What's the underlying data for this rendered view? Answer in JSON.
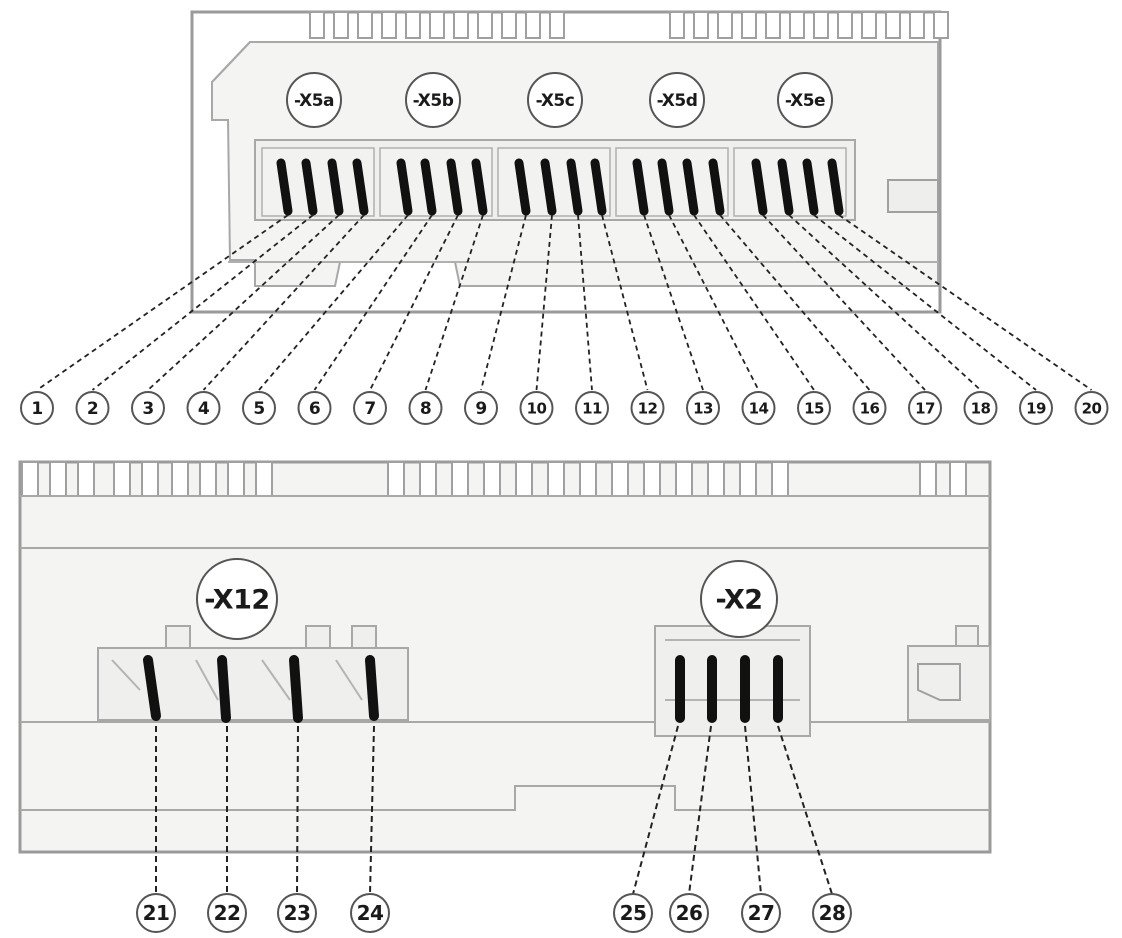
{
  "top_connectors": [
    "-X5a",
    "-X5b",
    "-X5c",
    "-X5d",
    "-X5e"
  ],
  "bottom_connectors": [
    "-X12",
    "-X2"
  ],
  "top_terminals": [
    "1",
    "2",
    "3",
    "4",
    "5",
    "6",
    "7",
    "8",
    "9",
    "10",
    "11",
    "12",
    "13",
    "14",
    "15",
    "16",
    "17",
    "18",
    "19",
    "20"
  ],
  "bottom_terminals": [
    "21",
    "22",
    "23",
    "24",
    "25",
    "26",
    "27",
    "28"
  ],
  "colors": {
    "housing_fill": "#f4f4f2",
    "housing_edge": "#999999",
    "wire": "#111111",
    "leader": "#222222"
  }
}
